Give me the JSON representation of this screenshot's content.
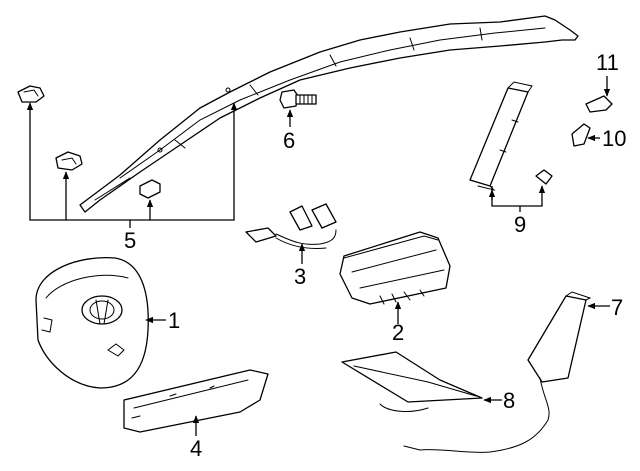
{
  "diagram": {
    "callouts": [
      {
        "id": "c1",
        "label": "1"
      },
      {
        "id": "c2",
        "label": "2"
      },
      {
        "id": "c3",
        "label": "3"
      },
      {
        "id": "c4",
        "label": "4"
      },
      {
        "id": "c5",
        "label": "5"
      },
      {
        "id": "c6",
        "label": "6"
      },
      {
        "id": "c7",
        "label": "7"
      },
      {
        "id": "c8",
        "label": "8"
      },
      {
        "id": "c9",
        "label": "9"
      },
      {
        "id": "c10",
        "label": "10"
      },
      {
        "id": "c11",
        "label": "11"
      }
    ]
  },
  "style": {
    "line_color": "#000000",
    "background": "#ffffff"
  }
}
